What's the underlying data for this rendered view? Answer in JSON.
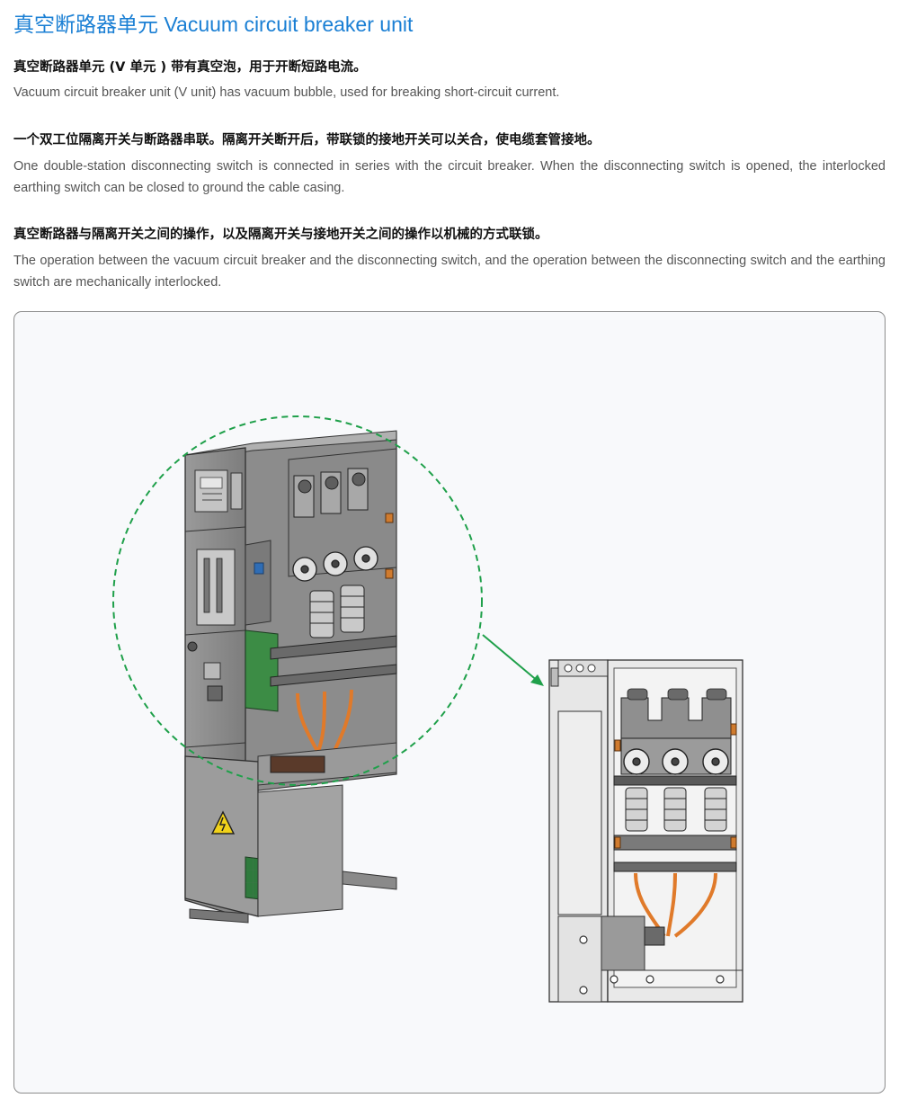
{
  "header": {
    "title": "真空断路器单元 Vacuum circuit breaker unit"
  },
  "sections": [
    {
      "zh": "真空断路器单元 (V 单元 ) 带有真空泡，用于开断短路电流。",
      "en": "Vacuum circuit breaker unit (V unit) has vacuum bubble, used for breaking short-circuit current."
    },
    {
      "zh": "一个双工位隔离开关与断路器串联。隔离开关断开后，带联锁的接地开关可以关合，使电缆套管接地。",
      "en": "One double-station disconnecting switch is connected in series with the circuit breaker. When the disconnecting switch is opened, the interlocked earthing switch can be closed to ground the cable casing."
    },
    {
      "zh": "真空断路器与隔离开关之间的操作，以及隔离开关与接地开关之间的操作以机械的方式联锁。",
      "en": "The operation between the vacuum circuit breaker and the disconnecting switch, and the operation between the disconnecting switch and the earthing switch are mechanically interlocked."
    }
  ],
  "figure": {
    "accent_color": "#1a7fd4",
    "highlight_color": "#1fa04a",
    "icons": [
      "warning-triangle-icon",
      "callout-arrow-icon"
    ]
  }
}
